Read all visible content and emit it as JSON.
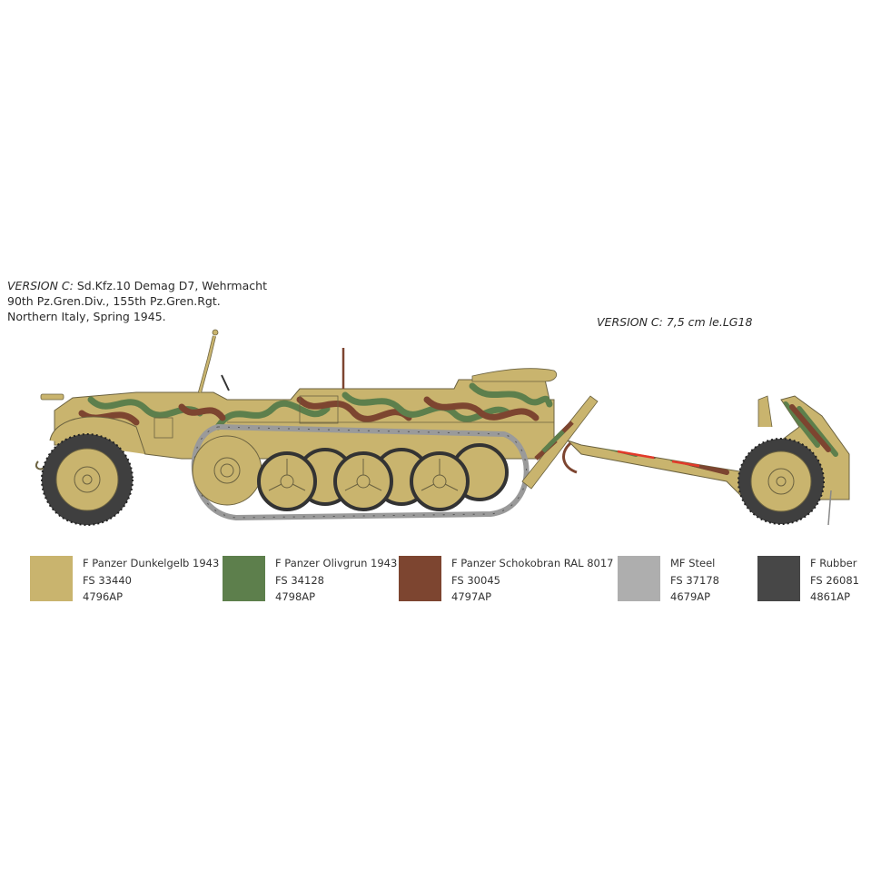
{
  "captions": {
    "left": {
      "prefix": "VERSION C:",
      "line1_rest": " Sd.Kfz.10 Demag D7, Wehrmacht",
      "line2": "90th Pz.Gren.Div., 155th Pz.Gren.Rgt.",
      "line3": "Northern Italy, Spring 1945."
    },
    "right": {
      "prefix": "VERSION C:",
      "rest": " 7,5 cm le.LG18"
    }
  },
  "colors": {
    "dunkelgelb": "#c9b46e",
    "olivgrun": "#5d7f4c",
    "schokobraun": "#7d4530",
    "steel": "#aeaeae",
    "rubber": "#474747",
    "track_steel": "#9a9a9a",
    "tire": "#3f3f3f",
    "outline": "#6b6240"
  },
  "legend": [
    {
      "name": "F Panzer Dunkelgelb 1943",
      "fs": "FS 33440",
      "code": "4796AP",
      "color": "#c9b46e"
    },
    {
      "name": "F Panzer Olivgrun 1943",
      "fs": "FS 34128",
      "code": "4798AP",
      "color": "#5d7f4c"
    },
    {
      "name": "F Panzer Schokobran RAL 8017",
      "fs": "FS 30045",
      "code": "4797AP",
      "color": "#7d4530"
    },
    {
      "name": "MF Steel",
      "fs": "FS 37178",
      "code": "4679AP",
      "color": "#aeaeae"
    },
    {
      "name": "F Rubber",
      "fs": "FS 26081",
      "code": "4861AP",
      "color": "#474747"
    }
  ],
  "illustration": {
    "vehicle": "Sd.Kfz.10 half-track side view",
    "gun": "7,5 cm le.LG18 towed gun side view"
  }
}
